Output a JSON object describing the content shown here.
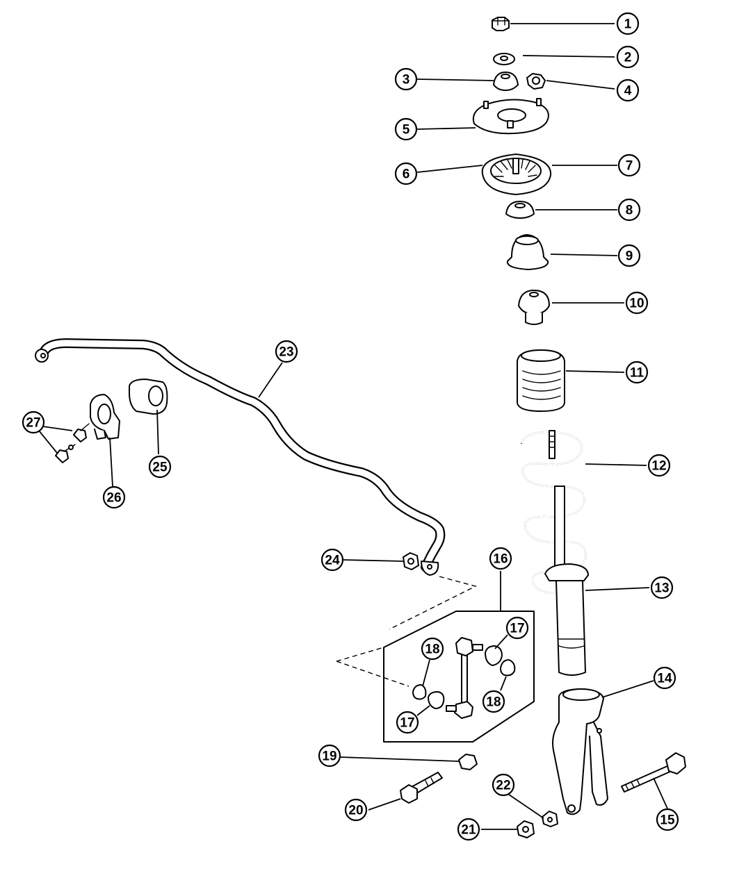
{
  "callouts": [
    {
      "id": "1",
      "label": "1"
    },
    {
      "id": "2",
      "label": "2"
    },
    {
      "id": "3",
      "label": "3"
    },
    {
      "id": "4",
      "label": "4"
    },
    {
      "id": "5",
      "label": "5"
    },
    {
      "id": "6",
      "label": "6"
    },
    {
      "id": "7",
      "label": "7"
    },
    {
      "id": "8",
      "label": "8"
    },
    {
      "id": "9",
      "label": "9"
    },
    {
      "id": "10",
      "label": "10"
    },
    {
      "id": "11",
      "label": "11"
    },
    {
      "id": "12",
      "label": "12"
    },
    {
      "id": "13",
      "label": "13"
    },
    {
      "id": "14",
      "label": "14"
    },
    {
      "id": "15",
      "label": "15"
    },
    {
      "id": "16",
      "label": "16"
    },
    {
      "id": "17a",
      "label": "17"
    },
    {
      "id": "17b",
      "label": "17"
    },
    {
      "id": "18a",
      "label": "18"
    },
    {
      "id": "18b",
      "label": "18"
    },
    {
      "id": "19",
      "label": "19"
    },
    {
      "id": "20",
      "label": "20"
    },
    {
      "id": "21",
      "label": "21"
    },
    {
      "id": "22",
      "label": "22"
    },
    {
      "id": "23",
      "label": "23"
    },
    {
      "id": "24",
      "label": "24"
    },
    {
      "id": "25",
      "label": "25"
    },
    {
      "id": "26",
      "label": "26"
    },
    {
      "id": "27",
      "label": "27"
    }
  ]
}
